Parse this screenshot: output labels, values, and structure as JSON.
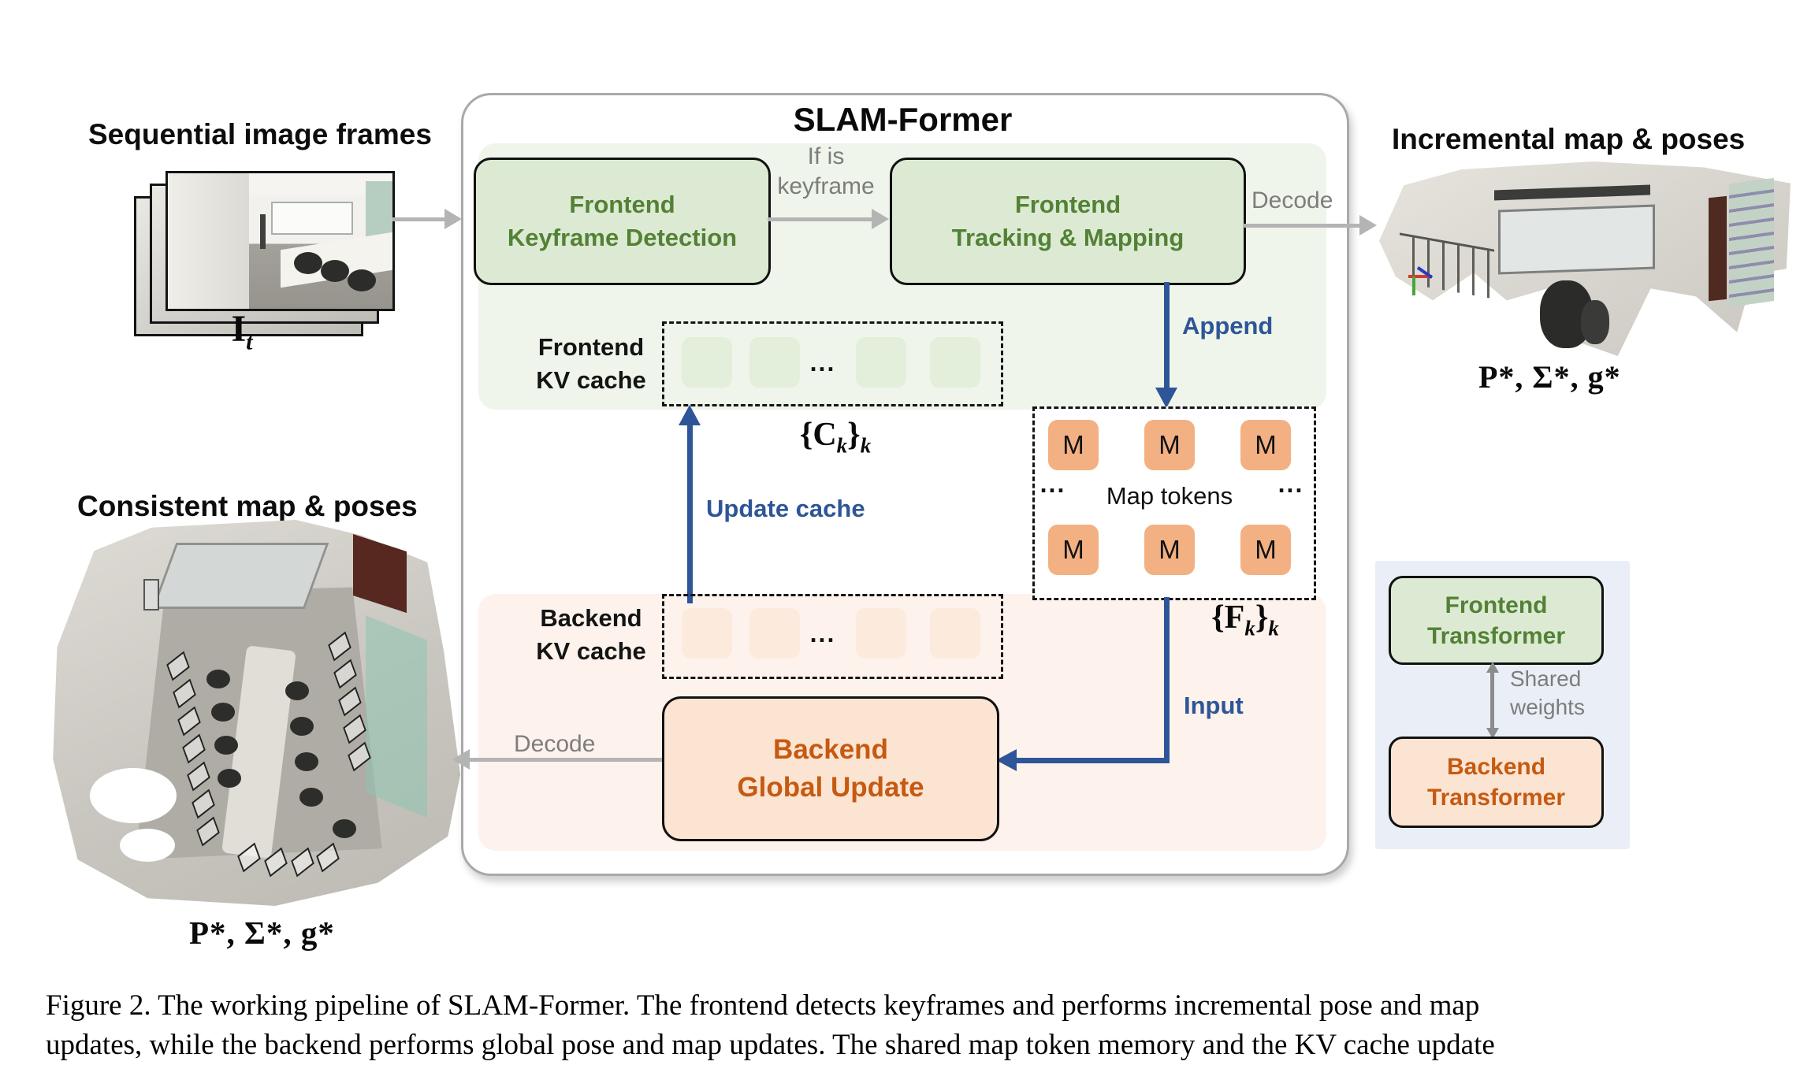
{
  "diagram_title": "SLAM-Former",
  "left_panel": {
    "sequential_label": "Sequential image frames",
    "frame_math": {
      "base": "I",
      "sub": "t"
    },
    "consistent_label": "Consistent map & poses",
    "pose_math": "P*, Σ*, g*"
  },
  "right_panel": {
    "incremental_label": "Incremental map & poses",
    "pose_math": "P*, Σ*, g*"
  },
  "pipeline": {
    "frontend_detection": {
      "line1": "Frontend",
      "line2": "Keyframe Detection"
    },
    "frontend_tracking": {
      "line1": "Frontend",
      "line2": "Tracking & Mapping"
    },
    "if_keyframe": {
      "line1": "If is",
      "line2": "keyframe"
    },
    "decode_right_label": "Decode",
    "decode_left_label": "Decode",
    "append_label": "Append",
    "update_cache_label": "Update cache",
    "input_label": "Input",
    "frontend_kv": {
      "line1": "Frontend",
      "line2": "KV cache",
      "dots": "...",
      "math": {
        "open": "{",
        "sym": "C",
        "sub": "k",
        "close": "}",
        "outer": "k"
      }
    },
    "backend_kv": {
      "line1": "Backend",
      "line2": "KV cache",
      "dots": "..."
    },
    "map_tokens": {
      "token": "M",
      "dots_left": "...",
      "label": "Map tokens",
      "dots_right": "...",
      "math": {
        "open": "{",
        "sym": "F",
        "sub": "k",
        "close": "}",
        "outer": "k"
      }
    },
    "backend_update": {
      "line1": "Backend",
      "line2": "Global Update"
    }
  },
  "legend": {
    "frontend_transformer": {
      "line1": "Frontend",
      "line2": "Transformer"
    },
    "backend_transformer": {
      "line1": "Backend",
      "line2": "Transformer"
    },
    "shared_weights": {
      "line1": "Shared",
      "line2": "weights"
    }
  },
  "caption": {
    "line1": "Figure 2. The working pipeline of SLAM-Former. The frontend detects keyframes and performs incremental pose and map",
    "line2": "updates, while the backend performs global pose and map updates. The shared map token memory and the KV cache update"
  },
  "colors": {
    "green_box_fill": "#dcead3",
    "green_text": "#538135",
    "frontend_region_bg": "#eff5ea",
    "peach_box_fill": "#fce4d3",
    "orange_text": "#c55a11",
    "backend_region_bg": "#fdf2ec",
    "map_token_fill": "#f3b183",
    "kv_green_fill": "#e3eedb",
    "kv_peach_fill": "#fceadd",
    "arrow_blue": "#2e5597",
    "arrow_gray": "#b4b4b4",
    "label_gray": "#7d7d7d",
    "legend_bg": "#e9eef7",
    "container_border": "#a9a9a9"
  }
}
